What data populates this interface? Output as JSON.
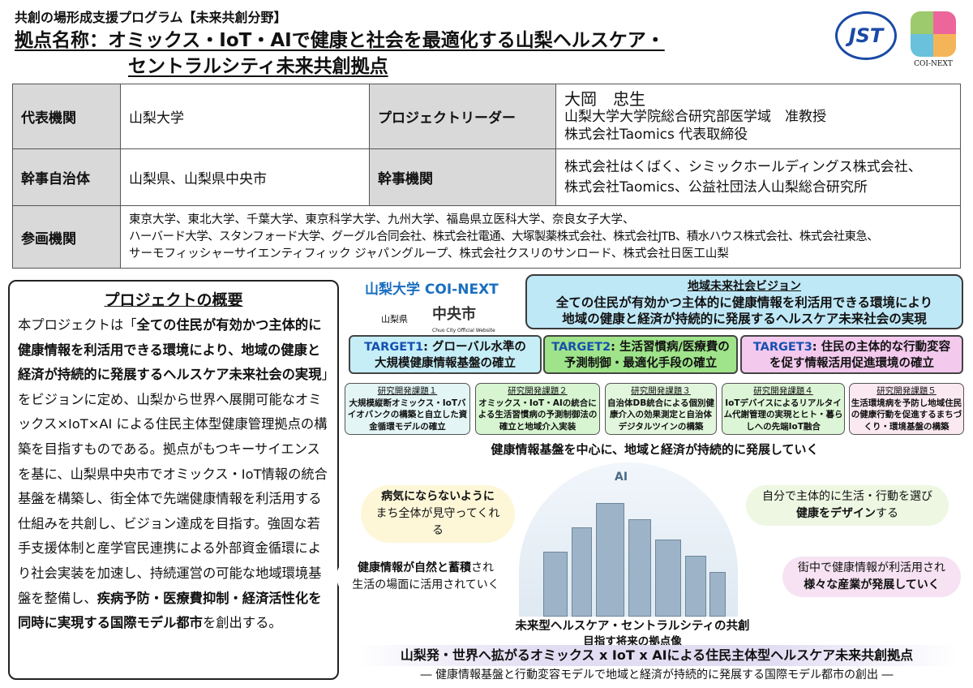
{
  "header": {
    "subtitle": "共創の場形成支援プログラム【未来共創分野】",
    "title_line1": "拠点名称：オミックス・IoT・AIで健康と社会を最適化する山梨ヘルスケア・",
    "title_line2": "セントラルシティ未来共創拠点",
    "logo_jst": "JST",
    "logo_coi": "COI-NEXT"
  },
  "info": {
    "rep_label": "代表機関",
    "rep_value": "山梨大学",
    "leader_label": "プロジェクトリーダー",
    "leader_name": "大岡　忠生",
    "leader_title1": "山梨大学大学院総合研究部医学域　准教授",
    "leader_title2": "株式会社Taomics 代表取締役",
    "muni_label": "幹事自治体",
    "muni_value": "山梨県、山梨県中央市",
    "org_label": "幹事機関",
    "org_value1": "株式会社はくばく、シミックホールディングス株式会社、",
    "org_value2": "株式会社Taomics、公益社団法人山梨総合研究所",
    "part_label": "参画機関",
    "part1": "東京大学、東北大学、千葉大学、東京科学大学、九州大学、福島県立医科大学、奈良女子大学、",
    "part2": "ハーバード大学、スタンフォード大学、グーグル合同会社、株式会社電通、大塚製薬株式会社、株式会社JTB、積水ハウス株式会社、株式会社東急、",
    "part3": "サーモフィッシャーサイエンティフィック ジャパングループ、株式会社クスリのサンロード、株式会社日医工山梨"
  },
  "overview": {
    "title": "プロジェクトの概要",
    "p1": "本プロジェクトは「",
    "b1": "全ての住民が有効かつ主体的に健康情報を利活用できる環境により、地域の健康と経済が持続的に発展するヘルスケア未来社会の実現",
    "p2": "」をビジョンに定め、山梨から世界へ展開可能なオミックス×IoT×AI による住民主体型健康管理拠点の構築を目指すものである。拠点がもつキーサイエンスを基に、山梨県中央市でオミックス・IoT情報の統合基盤を構築し、街全体で先端健康情報を利活用する仕組みを共創し、ビジョン達成を目指す。強固な若手支援体制と産学官民連携による外部資金循環により社会実装を加速し、持続運営の可能な地域環境基盤を整備し、",
    "b2": "疾病予防・医療費抑制・経済活性化を同時に実現する国際モデル都市",
    "p3": "を創出する。"
  },
  "logos": {
    "univ": "山梨大学 COI-NEXT",
    "yamanashi": "山梨県",
    "chuo": "中央市",
    "chuo_sub": "Chuo City Official Website"
  },
  "vision": {
    "title": "地域未来社会ビジョン",
    "line1": "全ての住民が有効かつ主体的に健康情報を利活用できる環境により",
    "line2": "地域の健康と経済が持続的に発展するヘルスケア未来社会の実現"
  },
  "targets": [
    {
      "key": "TARGET1",
      "l1": ": グローバル水準の",
      "l2": "大規模健康情報基盤の確立",
      "color": "#c6eef7"
    },
    {
      "key": "TARGET2",
      "l1": ": 生活習慣病/医療費の",
      "l2": "予測制御・最適化手段の確立",
      "color": "#9fe38a"
    },
    {
      "key": "TARGET3",
      "l1": ": 住民の主体的な行動変容",
      "l2": "を促す情報活用促進環境の確立",
      "color": "#f3c9ee"
    }
  ],
  "research": [
    {
      "h": "研究開発課題１",
      "t": "大規模縦断オミックス・IoTバイオバンクの構築と自立した資金循環モデルの確立",
      "color": "#e3f5f4"
    },
    {
      "h": "研究開発課題２",
      "t": "オミックス・IoT・AIの統合による生活習慣病の予測制御法の確立と地域介入実装",
      "color": "#d6f5d0"
    },
    {
      "h": "研究開発課題３",
      "t": "自治体DB統合による個別健康介入の効果測定と自治体デジタルツインの構築",
      "color": "#e2f6dd"
    },
    {
      "h": "研究開発課題４",
      "t": "IoTデバイスによるリアルタイム代謝管理の実現とヒト・暮らしへの先端IoT融合",
      "color": "#dcf5d6"
    },
    {
      "h": "研究開発課題５",
      "t": "生活環境病を予防し地域住民の健康行動を促進するまちづくり・環境基盤の構築",
      "color": "#fbe9f1"
    }
  ],
  "center": {
    "heading": "健康情報基盤を中心に、地域と経済が持続的に発展していく",
    "b1a": "病気にならないように",
    "b1b": "まち全体が見守ってくれる",
    "b2a": "自分で主体的に生活・行動を選び",
    "b2b": "健康をデザイン",
    "b2c": "する",
    "b3a": "健康情報が自然と蓄積",
    "b3b": "され",
    "b3c": "生活の場面に活用されていく",
    "b4a": "街中で健康情報が利活用され",
    "b4b": "様々な産業が発展していく",
    "cap1": "未来型ヘルスケア・セントラルシティの共創",
    "cap2": "目指す将来の拠点像",
    "banner": "山梨発・世界へ拡がるオミックス x IoT x AIによる住民主体型ヘルスケア未来共創拠点",
    "banner2": "― 健康情報基盤と行動変容モデルで地域と経済が持続的に発展する国際モデル都市の創出 ―"
  }
}
